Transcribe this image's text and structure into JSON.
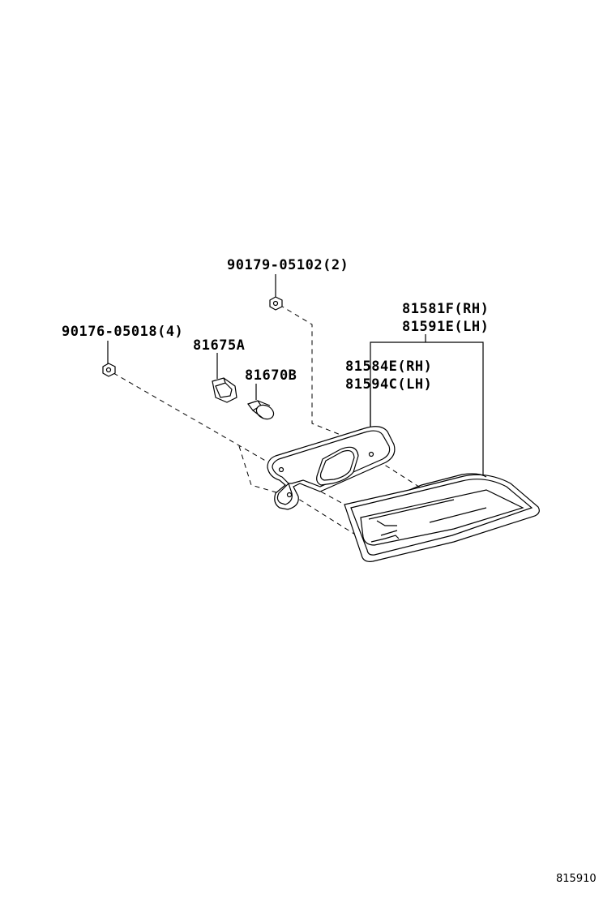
{
  "callouts": {
    "screw_top": "90179-05102(2)",
    "screw_left": "90176-05018(4)",
    "socket": "81675A",
    "bulb": "81670B",
    "lamp_assy_rh": "81581F(RH)",
    "lamp_assy_lh": "81591E(LH)",
    "gasket_rh": "81584E(RH)",
    "gasket_lh": "81594C(LH)"
  },
  "figure_id": "815910"
}
